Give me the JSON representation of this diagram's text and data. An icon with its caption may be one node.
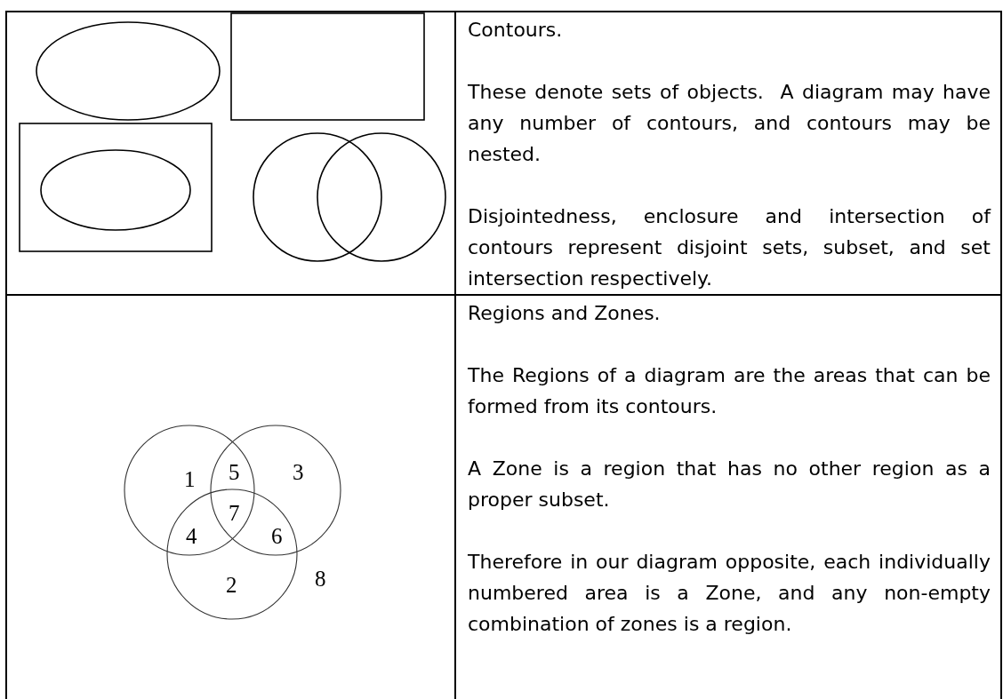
{
  "diagram": {
    "labels": [
      "Contours.",
      "These denote sets of objects.  A diagram may have any number of contours, and contours may be nested.",
      "Disjointedness, enclosure and intersection of contours represent disjoint sets, subset, and set intersection respectively.",
      "1",
      "5",
      "3",
      "7",
      "4",
      "6",
      "2",
      "8",
      "Regions and Zones.",
      "The Regions of a diagram are the areas that can be formed from its contours.",
      "A Zone is a region that has no other region as a proper subset.",
      "Therefore in our diagram opposite, each individually numbered area is a Zone, and any non-empty combination of zones is a region."
    ]
  }
}
